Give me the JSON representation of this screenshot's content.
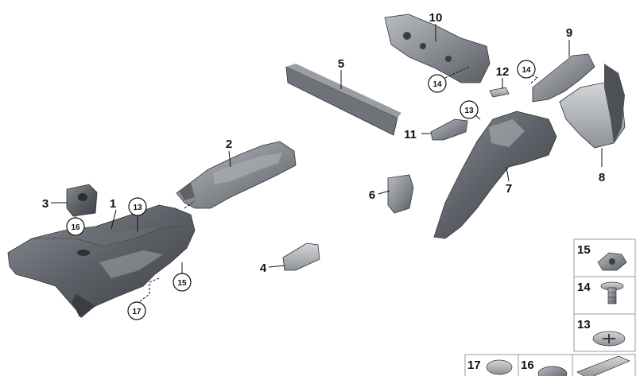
{
  "callouts": {
    "c1": "1",
    "c2": "2",
    "c3": "3",
    "c4": "4",
    "c5": "5",
    "c6": "6",
    "c7": "7",
    "c8": "8",
    "c9": "9",
    "c10": "10",
    "c11": "11",
    "c12": "12",
    "c13a": "13",
    "c13b": "13",
    "c14a": "14",
    "c14b": "14",
    "c15": "15",
    "c16": "16",
    "c17": "17"
  },
  "legend": {
    "l15": "15",
    "l14": "14",
    "l13": "13",
    "l17": "17",
    "l16": "16"
  },
  "colors": {
    "part_dark": "#4a4d52",
    "part_mid": "#7d8187",
    "part_light": "#a9adb2",
    "line": "#111111"
  }
}
